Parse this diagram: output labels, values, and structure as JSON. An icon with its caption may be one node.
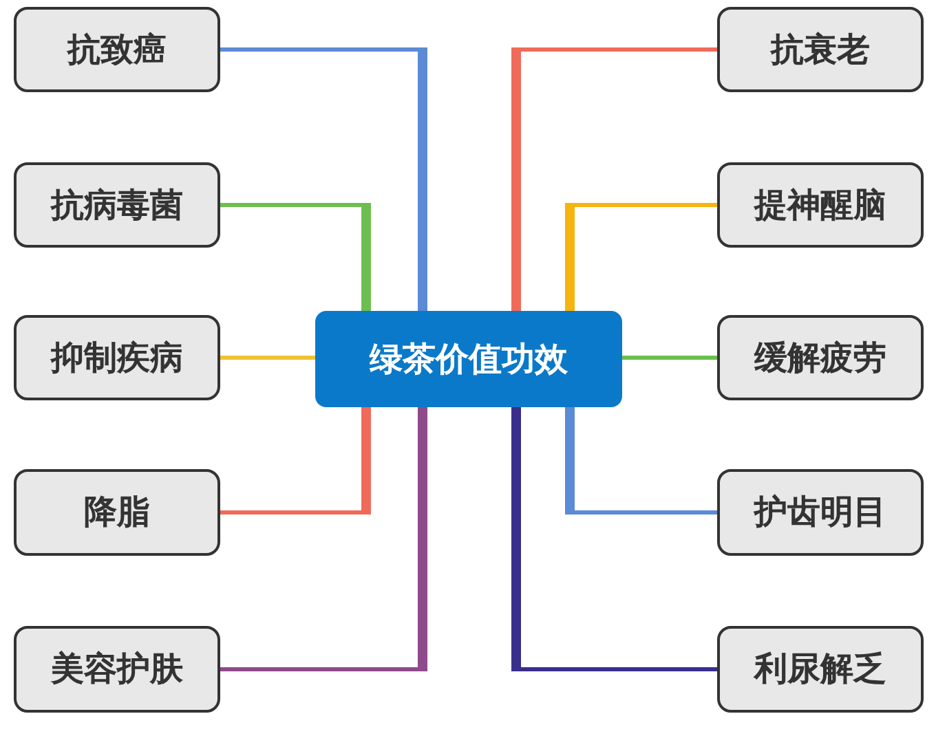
{
  "diagram": {
    "nodes": [
      {
        "text": [
          "抗致癌"
        ]
      },
      {
        "text": [
          "抗衰老"
        ]
      },
      {
        "text": [
          "抗病毒菌"
        ]
      },
      {
        "text": [
          "提神醒脑"
        ]
      },
      {
        "text": [
          "抑制疾病"
        ]
      },
      {
        "text": [
          "绿茶价值功效"
        ]
      },
      {
        "text": [
          "缓解疲劳"
        ]
      },
      {
        "text": [
          "降脂"
        ]
      },
      {
        "text": [
          "护齿明目"
        ]
      },
      {
        "text": [
          "美容护肤"
        ]
      },
      {
        "text": [
          "利尿解乏"
        ]
      }
    ],
    "edges": [
      {
        "from": 5,
        "to": 0,
        "arrow": "none",
        "color": "#5b8bd5"
      },
      {
        "from": 5,
        "to": 1,
        "arrow": "none",
        "color": "#f06a5a"
      },
      {
        "from": 5,
        "to": 2,
        "arrow": "none",
        "color": "#6cbf4f"
      },
      {
        "from": 5,
        "to": 3,
        "arrow": "none",
        "color": "#f5b50f"
      },
      {
        "from": 5,
        "to": 4,
        "arrow": "none",
        "color": "#f0c232"
      },
      {
        "from": 5,
        "to": 6,
        "arrow": "none",
        "color": "#6cbf4f"
      },
      {
        "from": 5,
        "to": 7,
        "arrow": "none",
        "color": "#f06a5a"
      },
      {
        "from": 5,
        "to": 8,
        "arrow": "none",
        "color": "#5b8bd5"
      },
      {
        "from": 5,
        "to": 9,
        "arrow": "none",
        "color": "#8e4a8a"
      },
      {
        "from": 5,
        "to": 10,
        "arrow": "none",
        "color": "#3a2e8c"
      }
    ]
  }
}
